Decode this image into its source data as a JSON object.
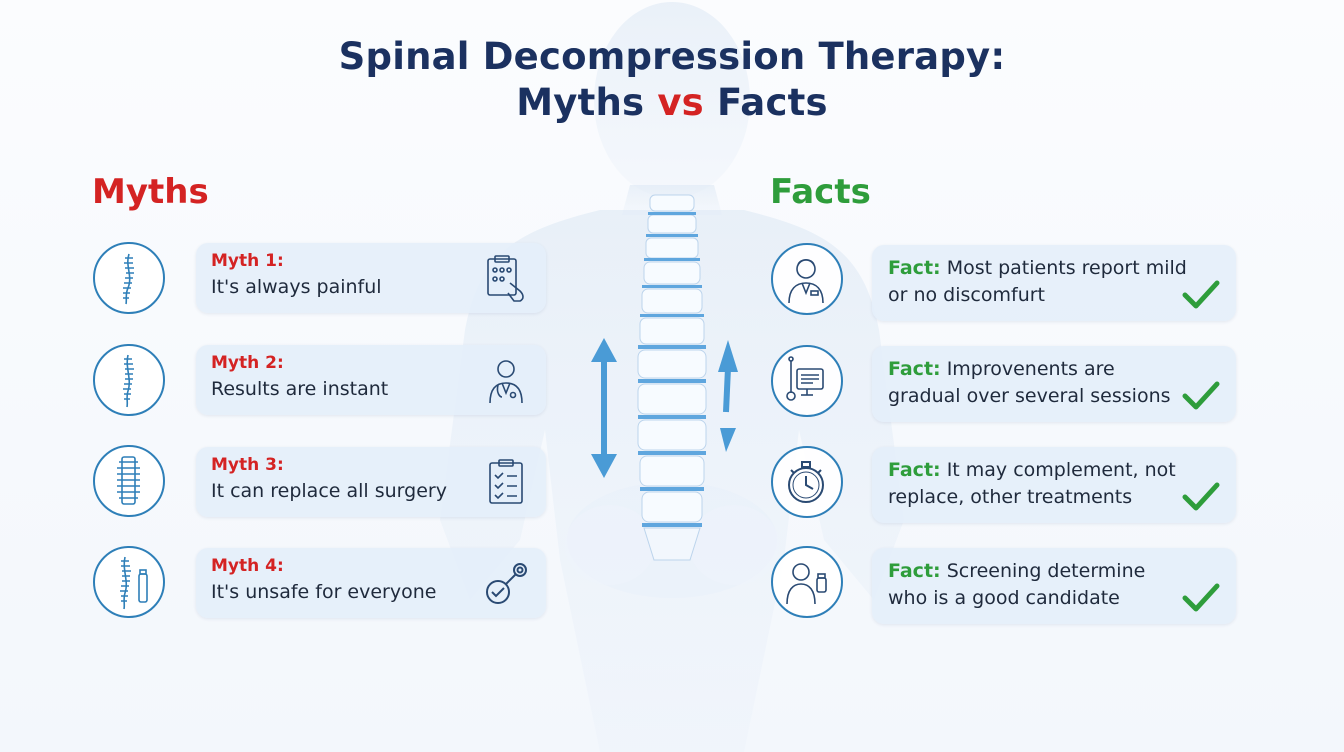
{
  "title": {
    "line1": "Spinal Decompression Therapy:",
    "line2_a": "Myths",
    "line2_vs": "vs",
    "line2_b": "Facts"
  },
  "myths": {
    "heading": "Myths",
    "items": [
      {
        "label": "Myth 1:",
        "text": "It's always painful",
        "left_icon": "spine-icon",
        "right_icon": "clipboard-hand-icon"
      },
      {
        "label": "Myth 2:",
        "text": "Results are instant",
        "left_icon": "spine-icon",
        "right_icon": "doctor-icon"
      },
      {
        "label": "Myth 3:",
        "text": "It can replace all surgery",
        "left_icon": "vertebrae-icon",
        "right_icon": "checklist-icon"
      },
      {
        "label": "Myth 4:",
        "text": "It's unsafe for everyone",
        "left_icon": "spine-bottle-icon",
        "right_icon": "check-target-icon"
      }
    ]
  },
  "facts": {
    "heading": "Facts",
    "items": [
      {
        "label": "Fact:",
        "text": "Most patients report mild or no discomfurt",
        "left_icon": "doctor-icon"
      },
      {
        "label": "Fact:",
        "text": "Improvenents are gradual over several sessions",
        "left_icon": "monitor-icon"
      },
      {
        "label": "Fact:",
        "text": "It may complement, not replace, other treatments",
        "left_icon": "stopwatch-icon"
      },
      {
        "label": "Fact:",
        "text": "Screening determine who is a good candidate",
        "left_icon": "patient-bottle-icon"
      }
    ]
  },
  "colors": {
    "title": "#1b3160",
    "myth_red": "#d42323",
    "fact_green": "#2e9d3b",
    "icon_blue": "#2e7fb8",
    "card_bg": "#e4eef9"
  }
}
